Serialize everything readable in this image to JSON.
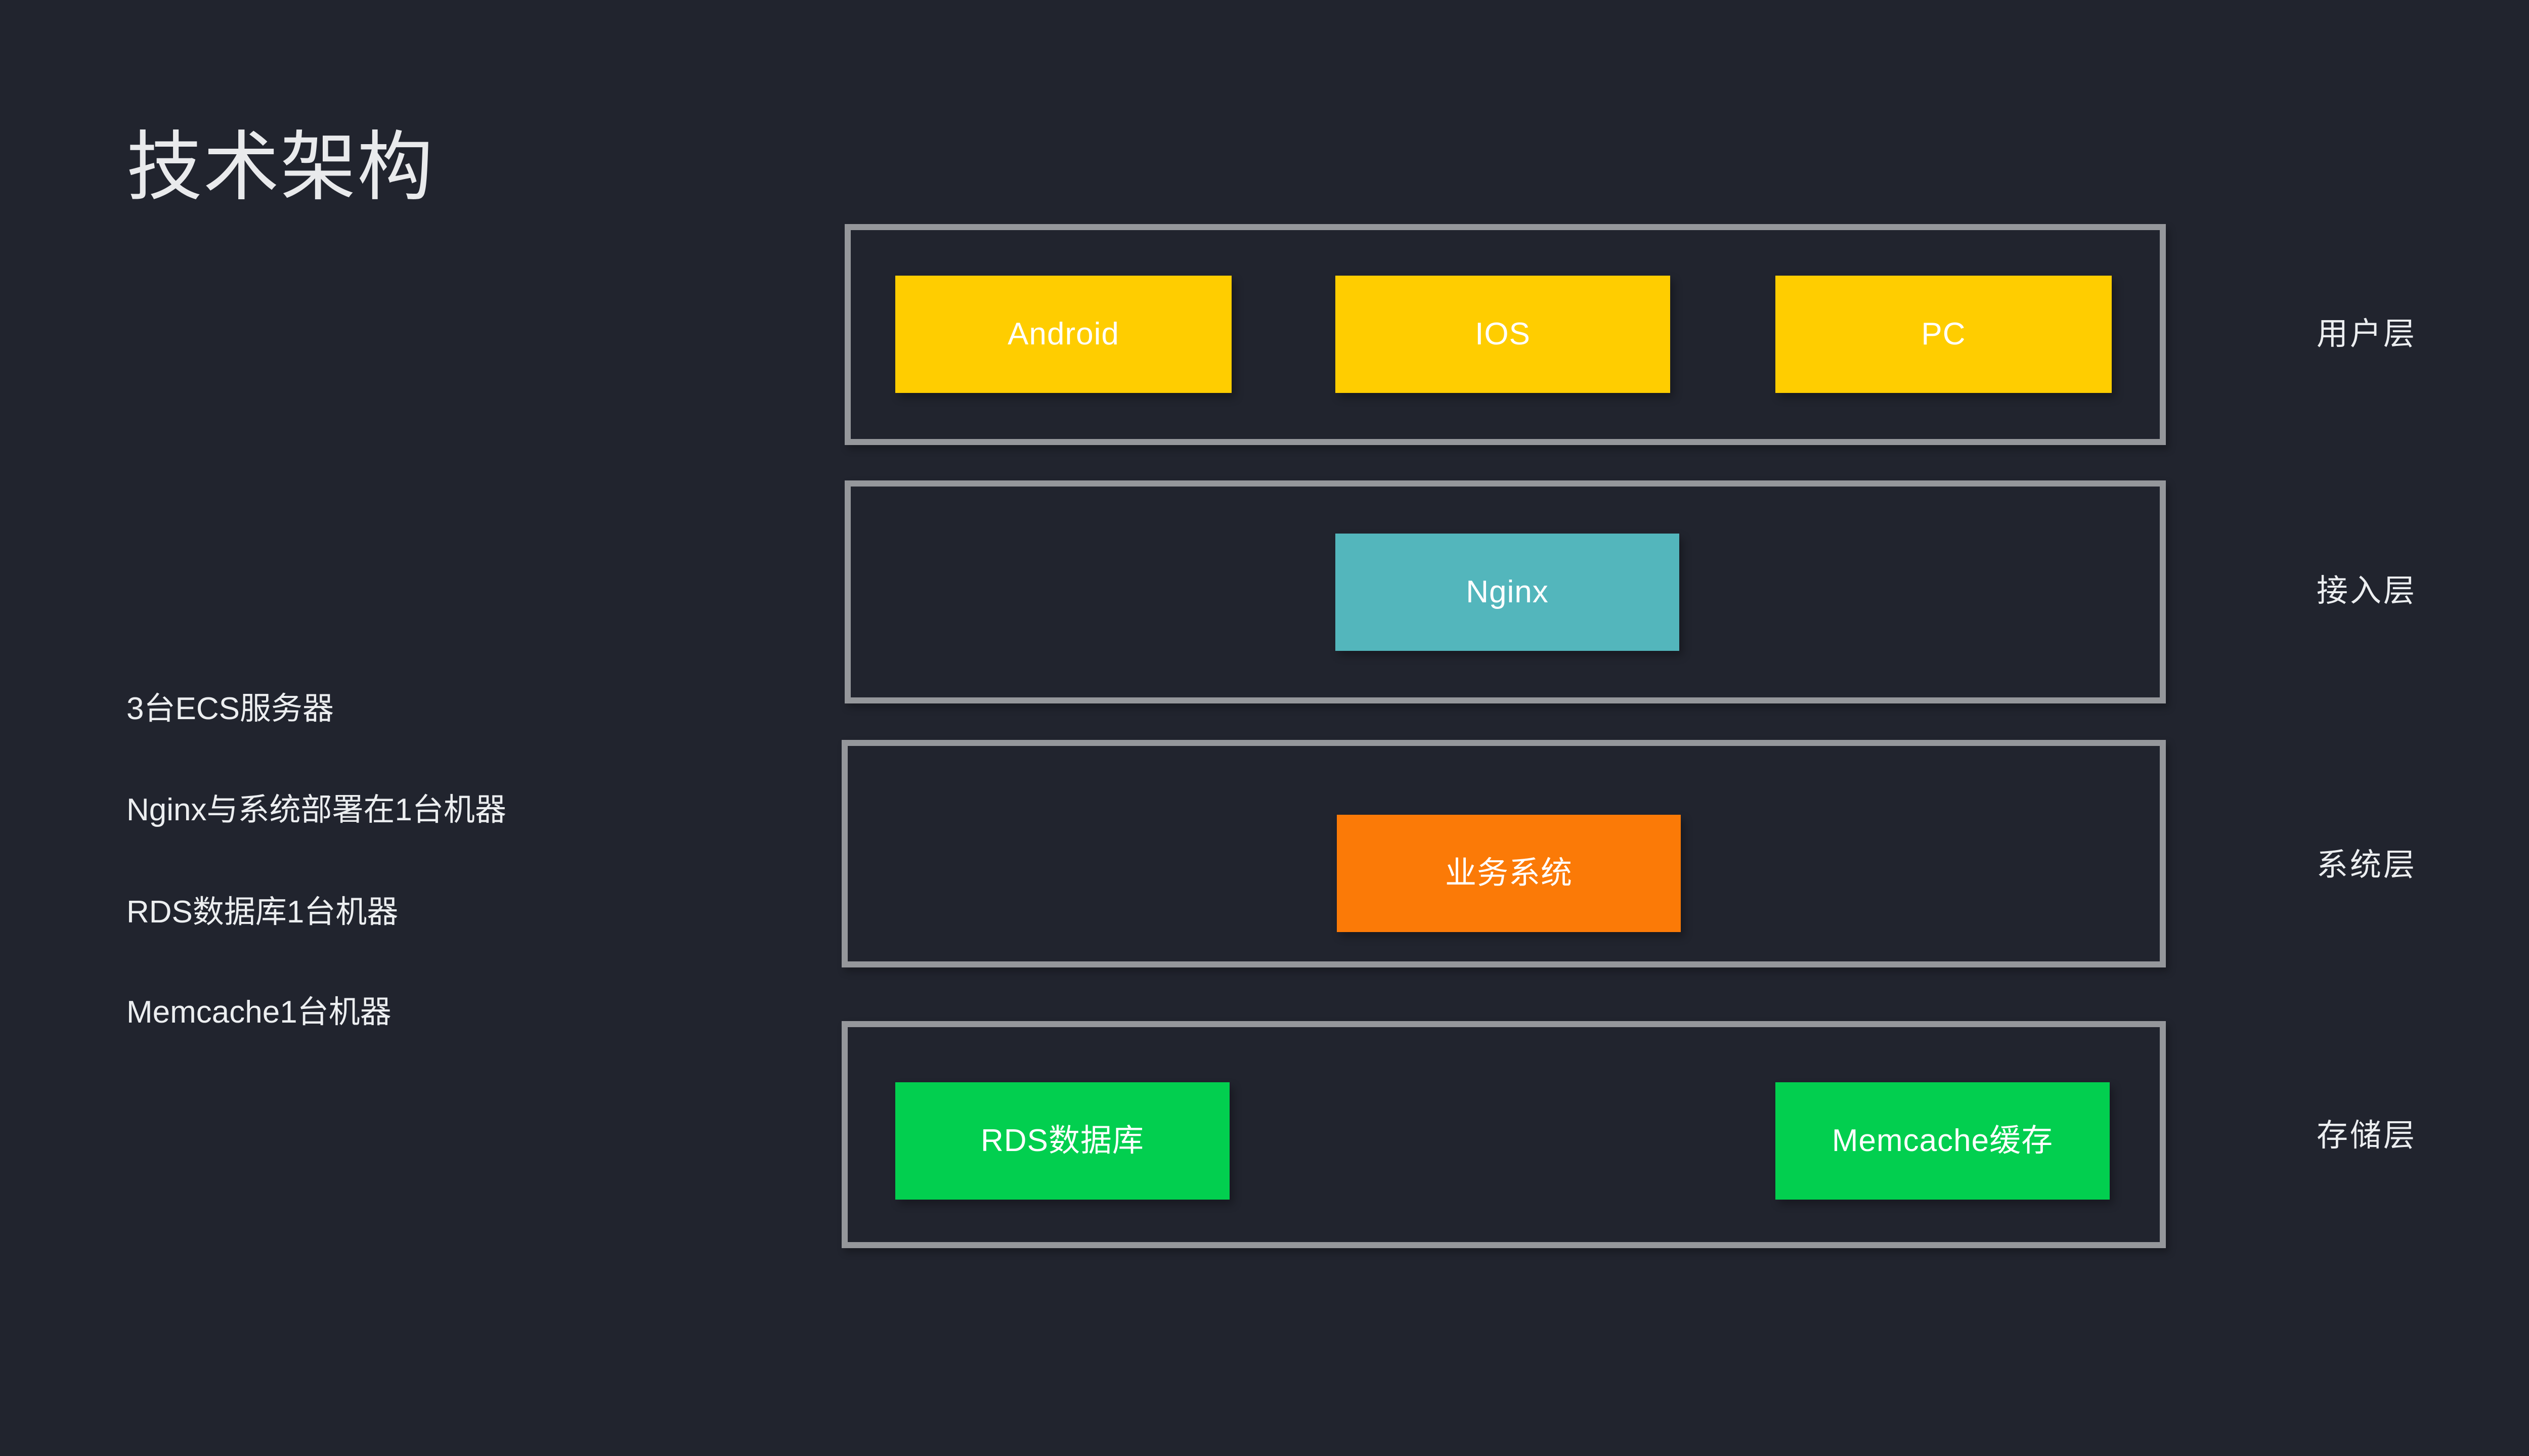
{
  "slide": {
    "title": "技术架构",
    "background_color": "#21242e",
    "text_color": "#eceef0"
  },
  "notes": [
    {
      "text": "3台ECS服务器"
    },
    {
      "text": "Nginx与系统部署在1台机器"
    },
    {
      "text": "RDS数据库1台机器"
    },
    {
      "text": "Memcache1台机器"
    }
  ],
  "diagram": {
    "frame_border_color": "#95979b",
    "layers": [
      {
        "id": "user",
        "label": "用户层",
        "color": "#ffcd00",
        "components": [
          {
            "label": "Android"
          },
          {
            "label": "IOS"
          },
          {
            "label": "PC"
          }
        ]
      },
      {
        "id": "access",
        "label": "接入层",
        "color": "#53b6bc",
        "components": [
          {
            "label": "Nginx"
          }
        ]
      },
      {
        "id": "system",
        "label": "系统层",
        "color": "#fb7a07",
        "components": [
          {
            "label": "业务系统"
          }
        ]
      },
      {
        "id": "storage",
        "label": "存储层",
        "color": "#02cf4f",
        "components": [
          {
            "label": "RDS数据库"
          },
          {
            "label": "Memcache缓存"
          }
        ]
      }
    ]
  }
}
